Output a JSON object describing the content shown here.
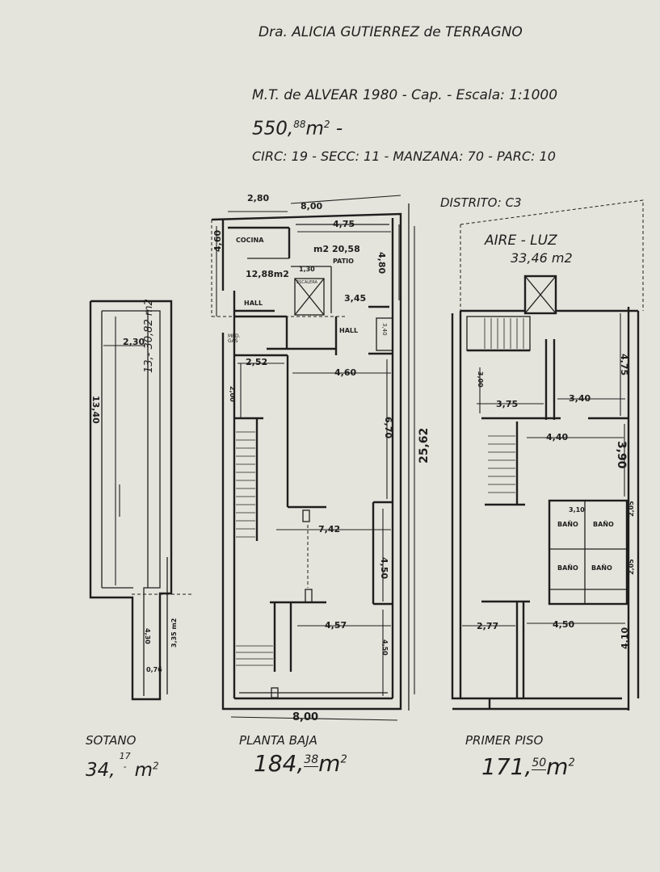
{
  "header": {
    "architect": "Dra. ALICIA GUTIERREZ de TERRAGNO",
    "address": "M.T. de ALVEAR 1980 - Cap. - Escala: 1:1000",
    "total_area_int": "550,",
    "total_area_dec": "88",
    "total_area_unit": "m",
    "total_area_sup": "2",
    "total_area_tail": "-",
    "cadastral": "CIRC: 19 - SECC: 11 - MANZANA: 70 - PARC: 10"
  },
  "sotano": {
    "dim_width": "2,30",
    "dim_length": "13,40",
    "area_note": "13,- 30,82 m2",
    "dim_430": "4,30",
    "dim_076": "0,76",
    "area_small": "3,35 m2",
    "caption": "SOTANO",
    "area_int": "34,",
    "area_dec": "17",
    "area_dash": "-",
    "area_unit": "m",
    "area_sup": "2"
  },
  "planta_baja": {
    "dim_280": "2,80",
    "dim_800_top": "8,00",
    "dim_475": "4,75",
    "dim_460_left": "4,60",
    "dim_480": "4,80",
    "cocina": "COCINA",
    "patio_area": "m2 20,58",
    "patio": "PATIO",
    "dim_130": "1,30",
    "area_1288": "12,88m2",
    "escalera": "ESCALERA",
    "hall_1": "HALL",
    "hall_2": "HALL",
    "dim_345": "3,45",
    "dim_340": "3,40",
    "medidor": "MED. GAS",
    "dim_252": "2,52",
    "dim_460": "4,60",
    "dim_200": "2,00",
    "dim_670": "6,70",
    "dim_2562": "25,62",
    "dim_742": "7,42",
    "dim_450_mid": "4,50",
    "dim_457": "4,57",
    "dim_450_low": "4,50",
    "dim_800_bottom": "8,00",
    "caption": "PLANTA BAJA",
    "area_int": "184,",
    "area_dec": "38",
    "area_unit": "m",
    "area_sup": "2"
  },
  "primer_piso": {
    "distrito": "DISTRITO: C3",
    "aire_luz": "AIRE - LUZ",
    "aire_luz_area": "33,46 m2",
    "dim_300": "3,00",
    "dim_475": "4,75",
    "dim_375": "3,75",
    "dim_340": "3,40",
    "dim_440": "4,40",
    "dim_390": "3,90",
    "dim_310": "3,10",
    "dim_205a": "2,05",
    "dim_205b": "2,05",
    "bano_1": "BAÑO",
    "bano_2": "BAÑO",
    "bano_3": "BAÑO",
    "bano_4": "BAÑO",
    "dim_277": "2,77",
    "dim_450": "4,50",
    "dim_410": "4,10",
    "caption": "PRIMER PISO",
    "area_int": "171,",
    "area_dec": "50",
    "area_unit": "m",
    "area_sup": "2"
  }
}
